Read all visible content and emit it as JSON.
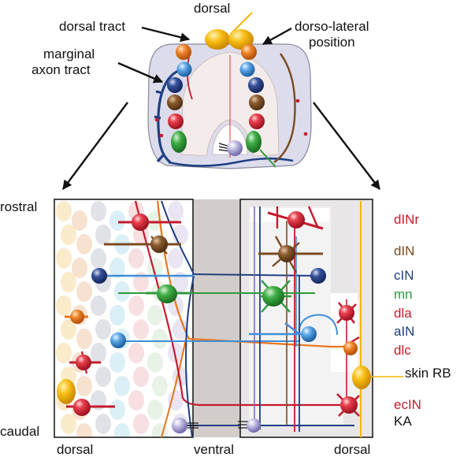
{
  "top_labels": {
    "dorsal": "dorsal",
    "dorsal_tract": "dorsal tract",
    "dorso_lateral": [
      "dorso-lateral",
      "position"
    ],
    "marginal": [
      "marginal",
      "axon  tract"
    ]
  },
  "axis_labels": {
    "rostral": "rostral",
    "caudal": "caudal",
    "bottom_dorsal_left": "dorsal",
    "bottom_ventral": "ventral",
    "bottom_dorsal_right": "dorsal"
  },
  "legend": [
    {
      "label": "dINr",
      "color": "#c41a2e"
    },
    {
      "label": "dIN",
      "color": "#7a4b22"
    },
    {
      "label": "cIN",
      "color": "#23417d"
    },
    {
      "label": "mn",
      "color": "#2e9a3a"
    },
    {
      "label": "dla",
      "color": "#c41a2e"
    },
    {
      "label": "aIN",
      "color": "#23417d"
    },
    {
      "label": "dlc",
      "color": "#c41a2e"
    },
    {
      "label": "skin RB",
      "color": "#111111"
    },
    {
      "label": "ecIN",
      "color": "#c41a2e"
    },
    {
      "label": "KA",
      "color": "#111111"
    }
  ],
  "colors": {
    "red": "#d8283a",
    "brown": "#7a4b22",
    "blue": "#1f3f82",
    "green": "#2e9a3a",
    "orange": "#e8761e",
    "lightblue": "#3f8ed8",
    "yellow": "#f6b400",
    "lavender": "#b8b4dc",
    "cord_fill": "#dcdcec",
    "ventral_band": "#d2ccca"
  }
}
